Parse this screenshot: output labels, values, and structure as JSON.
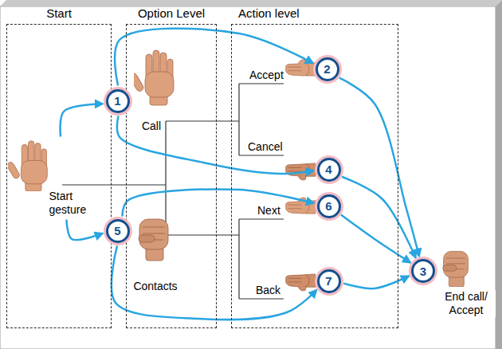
{
  "diagram": {
    "nodes": [
      {
        "text": [
          "Start"
        ]
      },
      {
        "text": [
          "Start gesture"
        ],
        "in": 0
      },
      {
        "text": [
          "Option Level"
        ]
      },
      {
        "text": [
          "1"
        ],
        "in": 2
      },
      {
        "text": [
          "5"
        ],
        "in": 2
      },
      {
        "text": [
          "Action level"
        ]
      },
      {
        "text": [
          "2"
        ],
        "in": 5
      },
      {
        "text": [
          "4"
        ],
        "in": 5
      },
      {
        "text": [
          "6"
        ],
        "in": 5
      },
      {
        "text": [
          "7"
        ],
        "in": 5
      },
      {
        "text": [
          "3"
        ]
      }
    ],
    "edges": [
      {
        "from": 1,
        "to": 3,
        "arrow": "to"
      },
      {
        "from": 1,
        "to": 4,
        "arrow": "to"
      },
      {
        "from": 3,
        "to": 6,
        "arrow": "to"
      },
      {
        "from": 3,
        "to": 7,
        "arrow": "to"
      },
      {
        "from": 4,
        "to": 8,
        "arrow": "to"
      },
      {
        "from": 4,
        "to": 9,
        "arrow": "to"
      },
      {
        "from": 6,
        "to": 10,
        "arrow": "to"
      },
      {
        "from": 7,
        "to": 10,
        "arrow": "to"
      },
      {
        "from": 8,
        "to": 10,
        "arrow": "to"
      },
      {
        "from": 9,
        "to": 10,
        "arrow": "to"
      }
    ],
    "labels": [
      "Call",
      "Accept",
      "Cancel",
      "Contacts",
      "Next",
      "Back",
      "End call/ Accept"
    ]
  }
}
